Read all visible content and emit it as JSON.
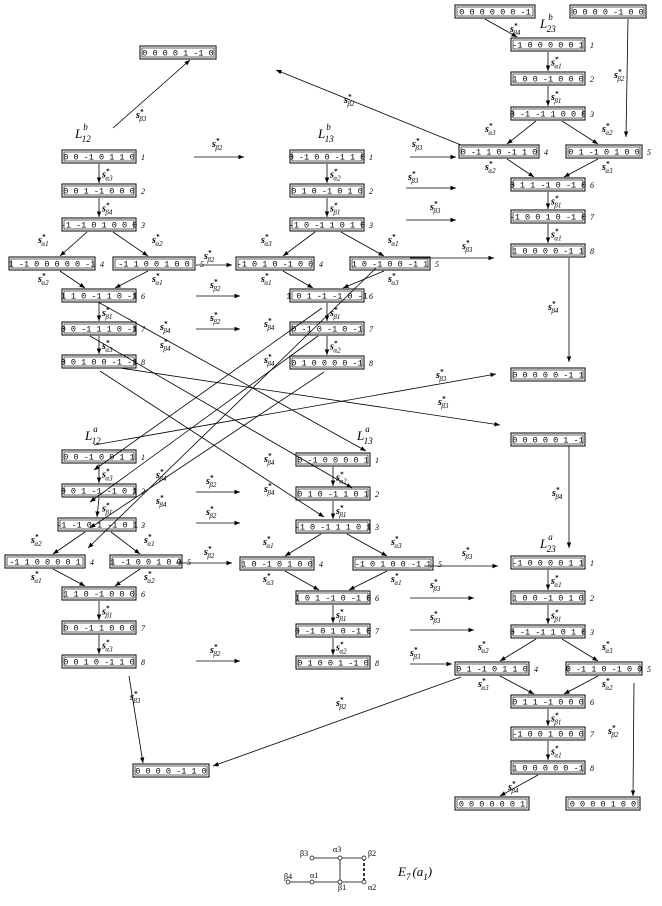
{
  "diagram": {
    "titles": [
      {
        "id": "L12b",
        "main": "L",
        "sub": "12",
        "sup": "b"
      },
      {
        "id": "L13b",
        "main": "L",
        "sub": "13",
        "sup": "b"
      },
      {
        "id": "L23b",
        "main": "L",
        "sub": "23",
        "sup": "b"
      },
      {
        "id": "L12a",
        "main": "L",
        "sub": "12",
        "sup": "a"
      },
      {
        "id": "L13a",
        "main": "L",
        "sub": "13",
        "sup": "a"
      },
      {
        "id": "L23a",
        "main": "L",
        "sub": "23",
        "sup": "a"
      }
    ],
    "nodes": [
      {
        "id": "n_top1",
        "label": "0 0 0 0 0 0 -1",
        "num": ""
      },
      {
        "id": "n_top2",
        "label": "0 0 0 0 -1 0 0",
        "num": ""
      },
      {
        "id": "n_a",
        "label": "0 0 0 0 1 -1 0",
        "num": ""
      },
      {
        "id": "b23_1",
        "label": "-1 0 0 0 0 0 1",
        "num": "1"
      },
      {
        "id": "b23_2",
        "label": "1 0 0 -1 0 0 0",
        "num": "2"
      },
      {
        "id": "b23_3",
        "label": "0 -1 -1 1 0 0 0",
        "num": "3"
      },
      {
        "id": "b23_4",
        "label": "0 -1 1 0 -1 1 0",
        "num": "4"
      },
      {
        "id": "b23_5",
        "label": "0 1 -1 0 1 0 0",
        "num": "5"
      },
      {
        "id": "b23_6",
        "label": "0 1 1 -1 0 -1 0",
        "num": "6"
      },
      {
        "id": "b23_7",
        "label": "-1 0 0 1 0 -1 0",
        "num": "7"
      },
      {
        "id": "b23_8",
        "label": "1 0 0 0 0 -1 1",
        "num": "8"
      },
      {
        "id": "b12_1",
        "label": "0 0 -1 0 1 1 0",
        "num": "1"
      },
      {
        "id": "b12_2",
        "label": "0 0 1 -1 0 0 0",
        "num": "2"
      },
      {
        "id": "b12_3",
        "label": "-1 -1 0 1 0 0 0",
        "num": "3"
      },
      {
        "id": "b12_4",
        "label": "1 -1 0 0 0 0 0 -1",
        "num": "4"
      },
      {
        "id": "b12_5",
        "label": "-1 1 0 0 1 0 0",
        "num": "5"
      },
      {
        "id": "b12_6",
        "label": "1 1 0 -1 1 0 -1",
        "num": "6"
      },
      {
        "id": "b12_7",
        "label": "0 0 -1 1 1 0 -1",
        "num": "7"
      },
      {
        "id": "b12_8",
        "label": "0 0 1 0 0 -1 -1",
        "num": "8"
      },
      {
        "id": "b13_1",
        "label": "0 -1 0 0 -1 1 0",
        "num": "1"
      },
      {
        "id": "b13_2",
        "label": "0 1 0 -1 0 1 0",
        "num": "2"
      },
      {
        "id": "b13_3",
        "label": "-1 0 -1 1 0 1 0",
        "num": "3"
      },
      {
        "id": "b13_4",
        "label": "-1 0 1 0 -1 0 0",
        "num": "4"
      },
      {
        "id": "b13_5",
        "label": "1 0 -1 0 0 -1 1",
        "num": "5"
      },
      {
        "id": "b13_6",
        "label": "1 0 1 -1 -1 0 -1",
        "num": "6"
      },
      {
        "id": "b13_7",
        "label": "0 -1 0 -1 0 -1",
        "num": "7"
      },
      {
        "id": "b13_8",
        "label": "0 1 0 0 0 0 -1",
        "num": "8"
      },
      {
        "id": "n_mid",
        "label": "0 0 0 0 0 -1 1",
        "num": ""
      },
      {
        "id": "n_mid2",
        "label": "0 0 0 0 0 1 -1",
        "num": ""
      },
      {
        "id": "a12_1",
        "label": "0 0 -1 0 0 1 1",
        "num": "1"
      },
      {
        "id": "a12_2",
        "label": "0 0 1 -1 -1 0 1",
        "num": "2"
      },
      {
        "id": "a12_3",
        "label": "-1 -1 0 1 -1 0 1",
        "num": "3"
      },
      {
        "id": "a12_4",
        "label": "-1 1 0 0 0 0 1",
        "num": "4"
      },
      {
        "id": "a12_5",
        "label": "1 -1 0 0 1 0 0",
        "num": "5"
      },
      {
        "id": "a12_6",
        "label": "1 1 0 -1 0 0 0",
        "num": "6"
      },
      {
        "id": "a12_7",
        "label": "0 0 -1 1 0 0 0",
        "num": "7"
      },
      {
        "id": "a12_8",
        "label": "0 0 1 0 -1 1 0",
        "num": "8"
      },
      {
        "id": "a13_1",
        "label": "0 -1 0 0 0 0 1",
        "num": "1"
      },
      {
        "id": "a13_2",
        "label": "0 1 0 -1 1 0 1",
        "num": "2"
      },
      {
        "id": "a13_3",
        "label": "-1 0 -1 1 1 0 1",
        "num": "3"
      },
      {
        "id": "a13_4",
        "label": "1 0 -1 0 1 0 0",
        "num": "4"
      },
      {
        "id": "a13_5",
        "label": "-1 0 1 0 0 -1 1",
        "num": "5"
      },
      {
        "id": "a13_6",
        "label": "1 0 1 -1 0 -1 0",
        "num": "6"
      },
      {
        "id": "a13_7",
        "label": "0 -1 0 1 0 -1 0",
        "num": "7"
      },
      {
        "id": "a13_8",
        "label": "0 1 0 0 1 -1 0",
        "num": "8"
      },
      {
        "id": "a23_1",
        "label": "-1 0 0 0 0 1 1",
        "num": "1"
      },
      {
        "id": "a23_2",
        "label": "1 0 0 -1 0 1 0",
        "num": "2"
      },
      {
        "id": "a23_3",
        "label": "0 -1 -1 1 0 1 0",
        "num": "3"
      },
      {
        "id": "a23_4",
        "label": "0 1 -1 0 1 1 0",
        "num": "4"
      },
      {
        "id": "a23_5",
        "label": "0 -1 1 0 -1 0 0",
        "num": "5"
      },
      {
        "id": "a23_6",
        "label": "0 1 1 -1 0 0 0",
        "num": "6"
      },
      {
        "id": "a23_7",
        "label": "-1 0 0 1 0 0 0",
        "num": "7"
      },
      {
        "id": "a23_8",
        "label": "1 0 0 0 0 0 -1",
        "num": "8"
      },
      {
        "id": "n_bot1",
        "label": "0 0 0 0 -1 1 0",
        "num": ""
      },
      {
        "id": "n_bot2",
        "label": "0 0 0 0 0 0 1",
        "num": ""
      },
      {
        "id": "n_bot3",
        "label": "0 0 0 0 1 0 0",
        "num": ""
      }
    ],
    "reflections": {
      "a1": "α1",
      "a2": "α2",
      "a3": "α3",
      "b1": "β1",
      "b2": "β2",
      "b3": "β3",
      "b4": "β4",
      "s": "s",
      "star": "*"
    },
    "dynkin": {
      "caption_main": "E",
      "caption_sub": "7",
      "caption_arg": "(a",
      "caption_arg_sub": "1",
      "caption_close": ")",
      "labels": [
        "β3",
        "α3",
        "β2",
        "β4",
        "α1",
        "β1",
        "α2"
      ]
    }
  }
}
